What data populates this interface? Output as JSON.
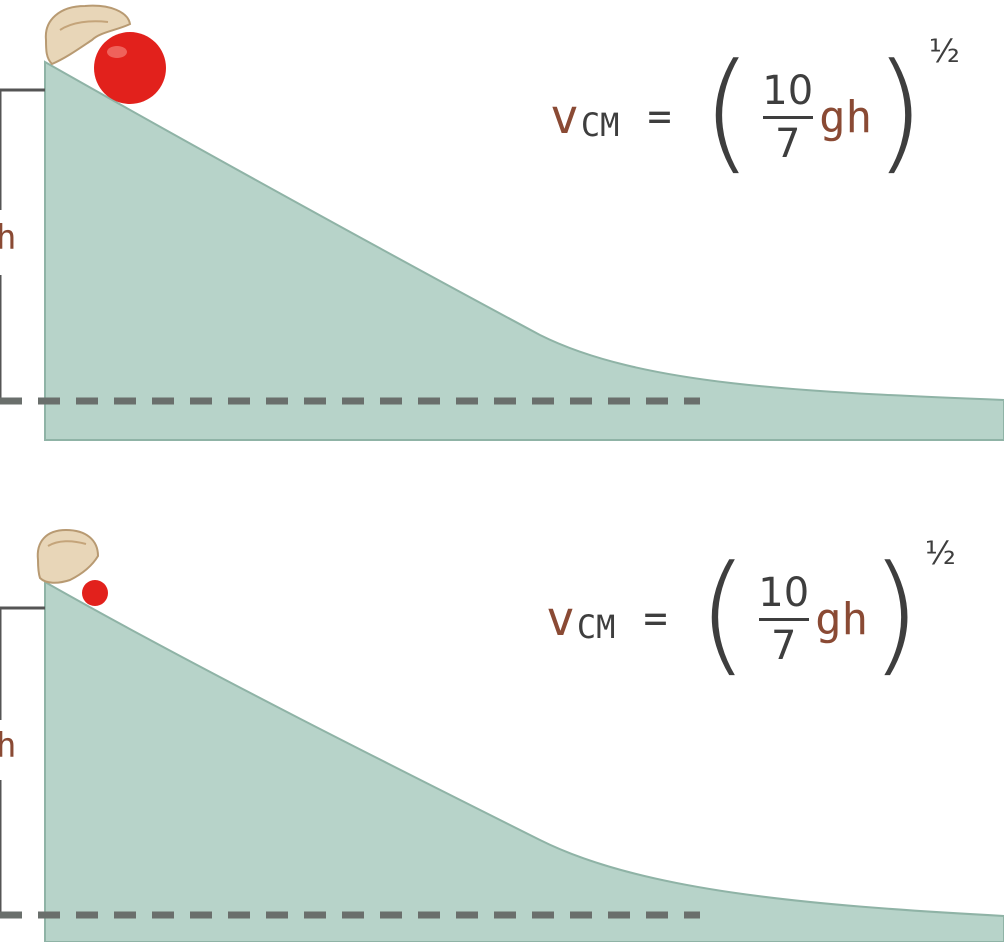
{
  "colors": {
    "ramp_fill": "#b7d3c9",
    "ramp_edge": "#8fb3a6",
    "baseline_dash": "#6a6f6c",
    "height_bracket": "#555555",
    "ball_large": "#e2211c",
    "ball_small": "#e2211c",
    "hand": "#e8d6b8",
    "variable_text": "#8a4a34",
    "math_text": "#3e3e3e"
  },
  "panels": [
    {
      "ball_size": "large",
      "height_label": "h",
      "equation": {
        "lhs": "v",
        "subscript": "CM",
        "equals": "=",
        "numerator": "10",
        "denominator": "7",
        "factor": "gh",
        "exponent": "½"
      }
    },
    {
      "ball_size": "small",
      "height_label": "h",
      "equation": {
        "lhs": "v",
        "subscript": "CM",
        "equals": "=",
        "numerator": "10",
        "denominator": "7",
        "factor": "gh",
        "exponent": "½"
      }
    }
  ],
  "icons": [
    "hand-icon",
    "ball-icon"
  ]
}
